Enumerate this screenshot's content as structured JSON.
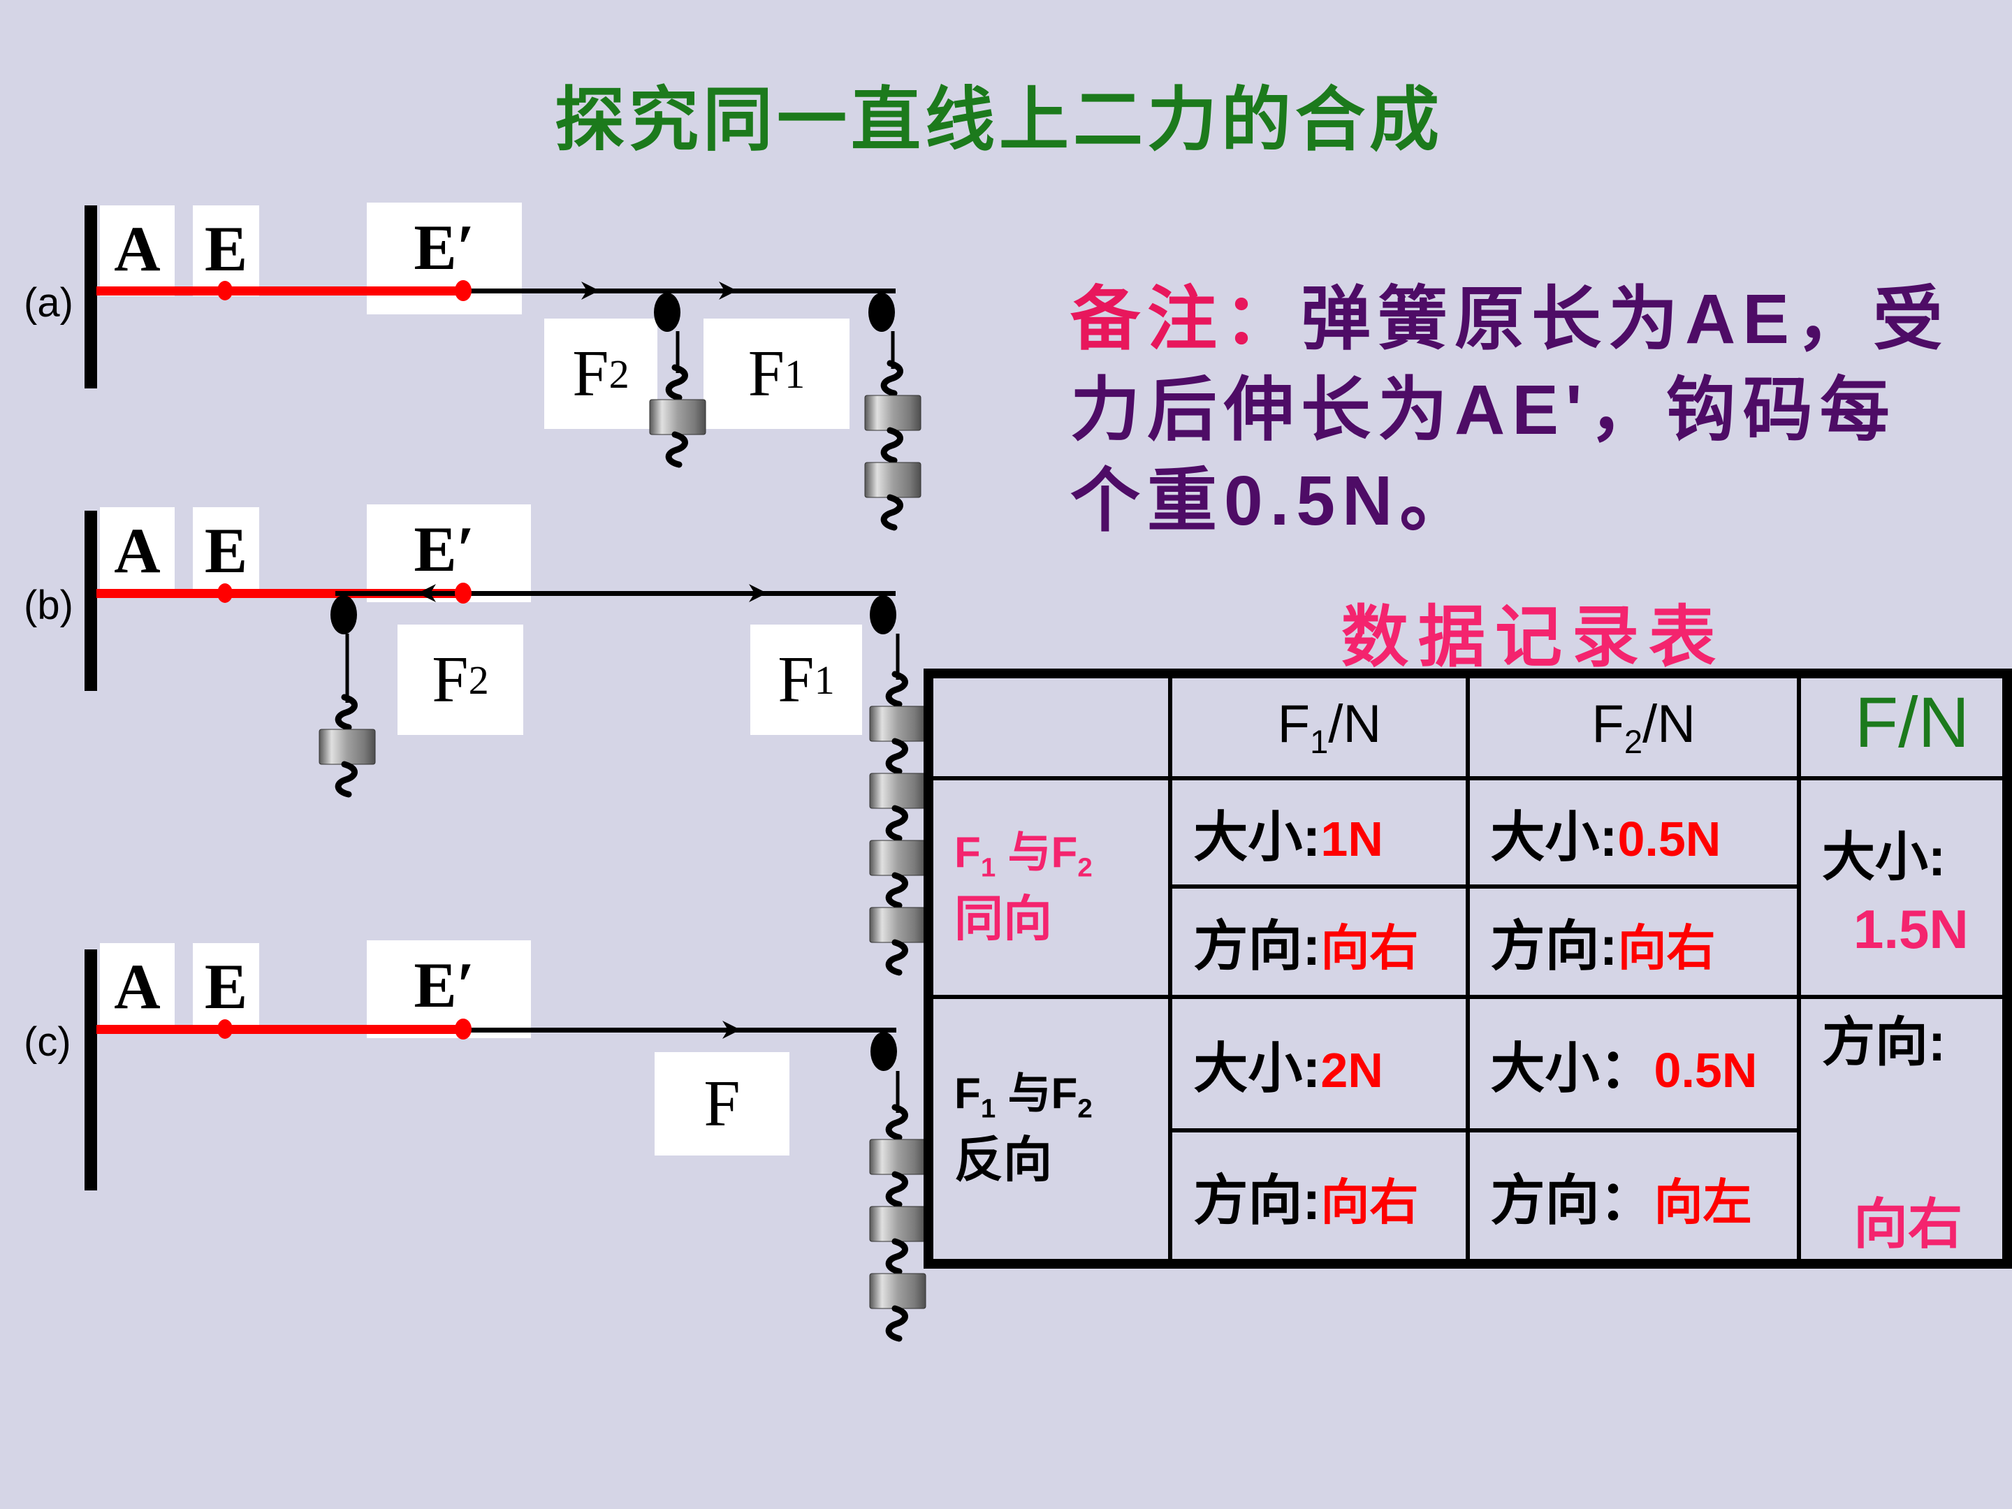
{
  "colors": {
    "background": "#D5D5E6",
    "title_green": "#1C7A1C",
    "pink": "#F4246E",
    "note_prefix_pink": "#E8175C",
    "note_purple": "#4E0C66",
    "red": "#FF0000",
    "fn_header_green": "#1C7A1C"
  },
  "title": {
    "text": "探究同一直线上二力的合成"
  },
  "note": {
    "prefix": "备注：",
    "line1": "弹簧原长为AE，受",
    "line2": "力后伸长为AE'，钩码每",
    "line3": "个重0.5N。"
  },
  "table_title": {
    "text": "数据记录表"
  },
  "diagrams": {
    "a": {
      "label": "(a)",
      "pt_a": "A",
      "pt_e": "E",
      "pt_e2": "E′",
      "force_mid": {
        "f": "F",
        "sub": "2"
      },
      "force_right": {
        "f": "F",
        "sub": "1"
      },
      "mid_stack_weights": 1,
      "right_stack_weights": 2
    },
    "b": {
      "label": "(b)",
      "pt_a": "A",
      "pt_e": "E",
      "pt_e2": "E′",
      "force_left": {
        "f": "F",
        "sub": "2"
      },
      "force_right": {
        "f": "F",
        "sub": "1"
      },
      "left_stack_weights": 1,
      "right_stack_weights": 4
    },
    "c": {
      "label": "(c)",
      "pt_a": "A",
      "pt_e": "E",
      "pt_e2": "E′",
      "force": {
        "f": "F",
        "sub": ""
      },
      "stack_weights": 3
    }
  },
  "table": {
    "headers": {
      "c1": {
        "f": "F",
        "sub": "1",
        "unit": "/N"
      },
      "c2": {
        "f": "F",
        "sub": "2",
        "unit": "/N"
      },
      "c3": {
        "f": "F",
        "sub": "",
        "unit": "/N"
      }
    },
    "group1": {
      "rf": "F",
      "rs1": "1",
      "rm": " 与F",
      "rs2": "2",
      "rel": "同向",
      "f1_size_label": "大小:",
      "f1_size": "1N",
      "f2_size_label": "大小:",
      "f2_size": "0.5N",
      "f1_dir_label": "方向:",
      "f1_dir": "向右",
      "f2_dir_label": "方向:",
      "f2_dir": "向右",
      "r_label": "大小:",
      "r_value": "1.5N"
    },
    "group2": {
      "rf": "F",
      "rs1": "1",
      "rm": " 与F",
      "rs2": "2",
      "rel": "反向",
      "f1_size_label": "大小:",
      "f1_size": "2N",
      "f2_size_label": "大小：",
      "f2_size": "0.5N",
      "f1_dir_label": "方向:",
      "f1_dir": "向右",
      "f2_dir_label": "方向：",
      "f2_dir": "向左",
      "r_label": "方向:",
      "r_value": "向右"
    }
  }
}
